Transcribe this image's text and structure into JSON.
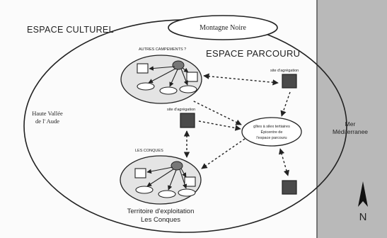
{
  "title_cultural": "ESPACE CULTUREL",
  "title_parcouru": "ESPACE PARCOURU",
  "montagne_noire": "Montagne Noire",
  "haute_vallee": [
    "Haute Vallée",
    "de l' Aude"
  ],
  "mer": [
    "Mer",
    "Méditerranee"
  ],
  "autres_campements": "AUTRES CAMPEMENTS ?",
  "les_conques_label": "LES CONQUES",
  "site_agregation_top": "site d'agrégation",
  "site_agregation_mid": "site d'agrégation",
  "gites_epicentre": [
    "gîtes à silex tertiaires",
    "Épicentre de",
    "l'espace parcouru"
  ],
  "territoire": [
    "Territoire d'exploitation",
    "Les Conques"
  ],
  "north": "N",
  "colors": {
    "sea_band": "#b9b9b9",
    "stroke": "#222222",
    "site_fill": "#4a4a4a",
    "node_fill": "#777777",
    "ring_fill": "#e4e4e4"
  }
}
